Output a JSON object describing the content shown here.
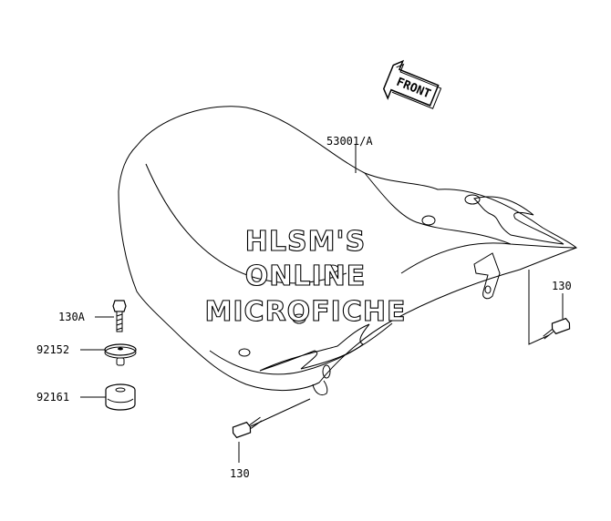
{
  "diagram": {
    "front_label": "FRONT",
    "parts": {
      "seat": "53001/A",
      "bolt_right": "130",
      "bolt_left_top": "130A",
      "washer": "92152",
      "damper": "92161",
      "bolt_bottom": "130"
    }
  },
  "watermark": {
    "line1": "HLSM'S",
    "line2": "ONLINE",
    "line3": "MICROFICHE"
  },
  "colors": {
    "line": "#000000",
    "background": "#ffffff"
  }
}
